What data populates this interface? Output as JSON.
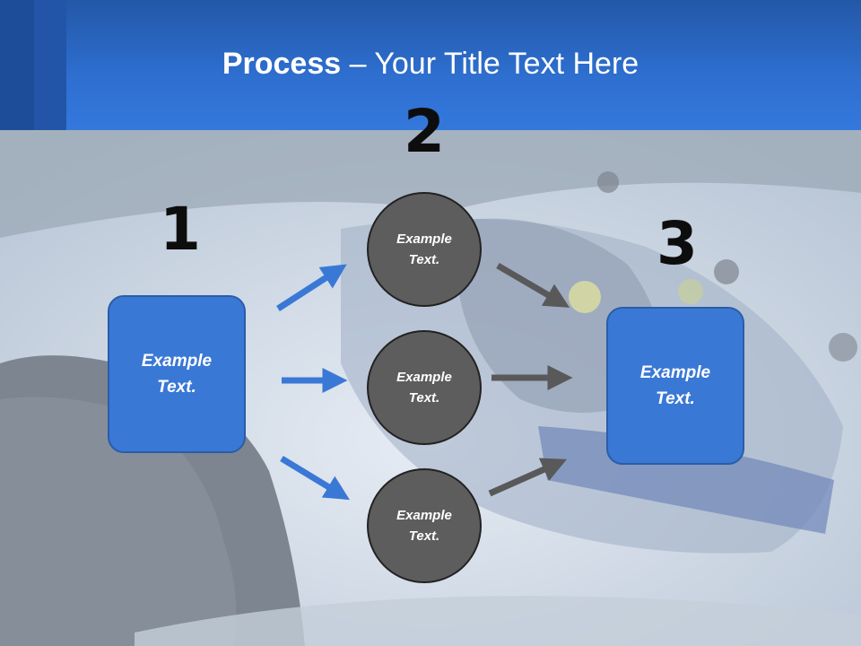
{
  "title": {
    "bold": "Process",
    "rest": " – Your Title Text Here"
  },
  "steps": {
    "one": "1",
    "two": "2",
    "three": "3"
  },
  "boxes": {
    "left": "Example Text.",
    "right": "Example Text."
  },
  "circles": {
    "top": "Example Text.",
    "middle": "Example Text.",
    "bottom": "Example Text."
  },
  "colors": {
    "header": "#2e6fd0",
    "box": "#3a78d6",
    "circle": "#5d5d5d",
    "arrow_blue": "#3a78d6",
    "arrow_gray": "#595959"
  }
}
